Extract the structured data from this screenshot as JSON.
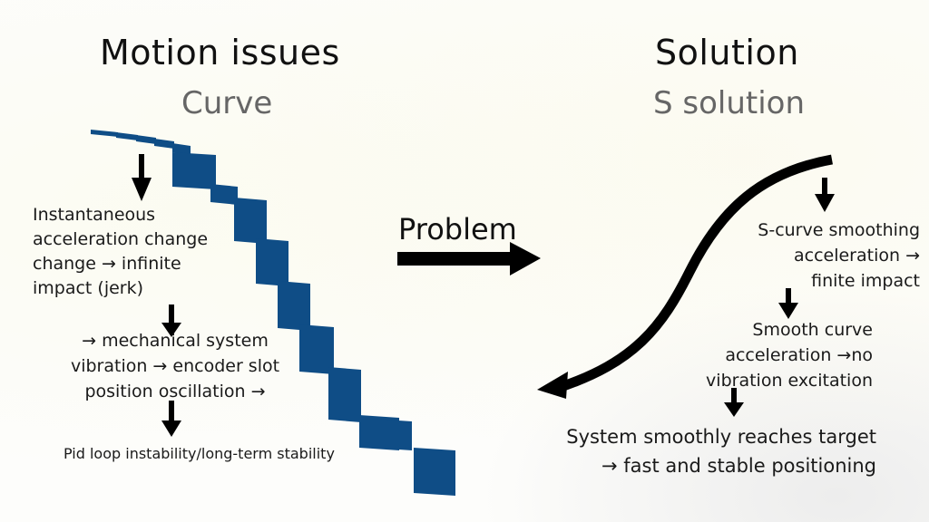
{
  "left_panel": {
    "title": "Motion issues",
    "subtitle": "Curve",
    "stair_curve": {
      "color": "#0f4d86",
      "description": "stepped descending position curve",
      "step_count": 13
    },
    "blocks": [
      {
        "lines": [
          "Instantaneous",
          "acceleration change",
          "change → infinite",
          "impact (jerk)"
        ]
      },
      {
        "lines": [
          "→ mechanical system",
          "vibration → encoder slot",
          "position oscillation →"
        ]
      },
      {
        "lines": [
          "Pid loop instability/long-term stability"
        ]
      }
    ]
  },
  "middle": {
    "label": "Problem",
    "arrow_icon": "right-arrow-icon"
  },
  "right_panel": {
    "title": "Solution",
    "subtitle": "S solution",
    "s_curve": {
      "color": "#000000",
      "description": "smooth S-shaped curve ending in arrowhead"
    },
    "blocks": [
      {
        "lines": [
          "S-curve smoothing",
          "acceleration →",
          "finite impact"
        ]
      },
      {
        "lines": [
          "Smooth curve",
          "acceleration →no",
          "vibration excitation"
        ]
      },
      {
        "lines": [
          "System smoothly reaches target",
          "→ fast and stable positioning"
        ]
      }
    ]
  },
  "colors": {
    "background": "#fdfdfb",
    "stair_blue": "#0f4d86",
    "title_text": "#111111",
    "subtitle_text": "#666666"
  }
}
